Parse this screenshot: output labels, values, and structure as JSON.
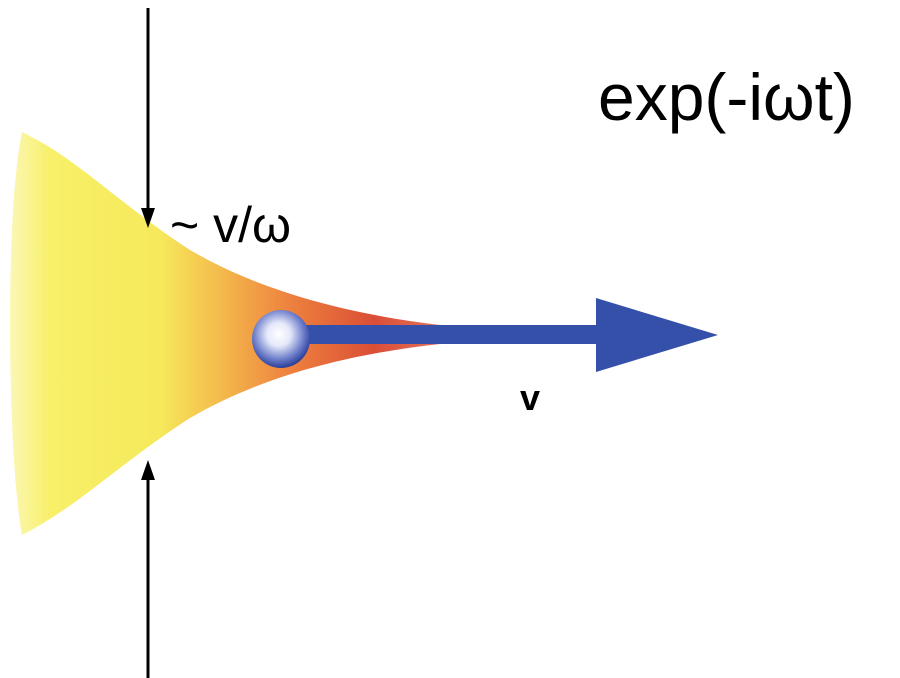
{
  "labels": {
    "formula": "exp(-iωt)",
    "scale": "~ v/ω",
    "velocity": "v"
  },
  "colors": {
    "wake_tip": "#d42a20",
    "wake_mid": "#f29a2e",
    "wake_base": "#f7ee55",
    "velocity_arrow": "#3550a8",
    "particle_core": "#ffffff",
    "particle_edge": "#2b3f9a",
    "dimension_lines": "#000000"
  }
}
